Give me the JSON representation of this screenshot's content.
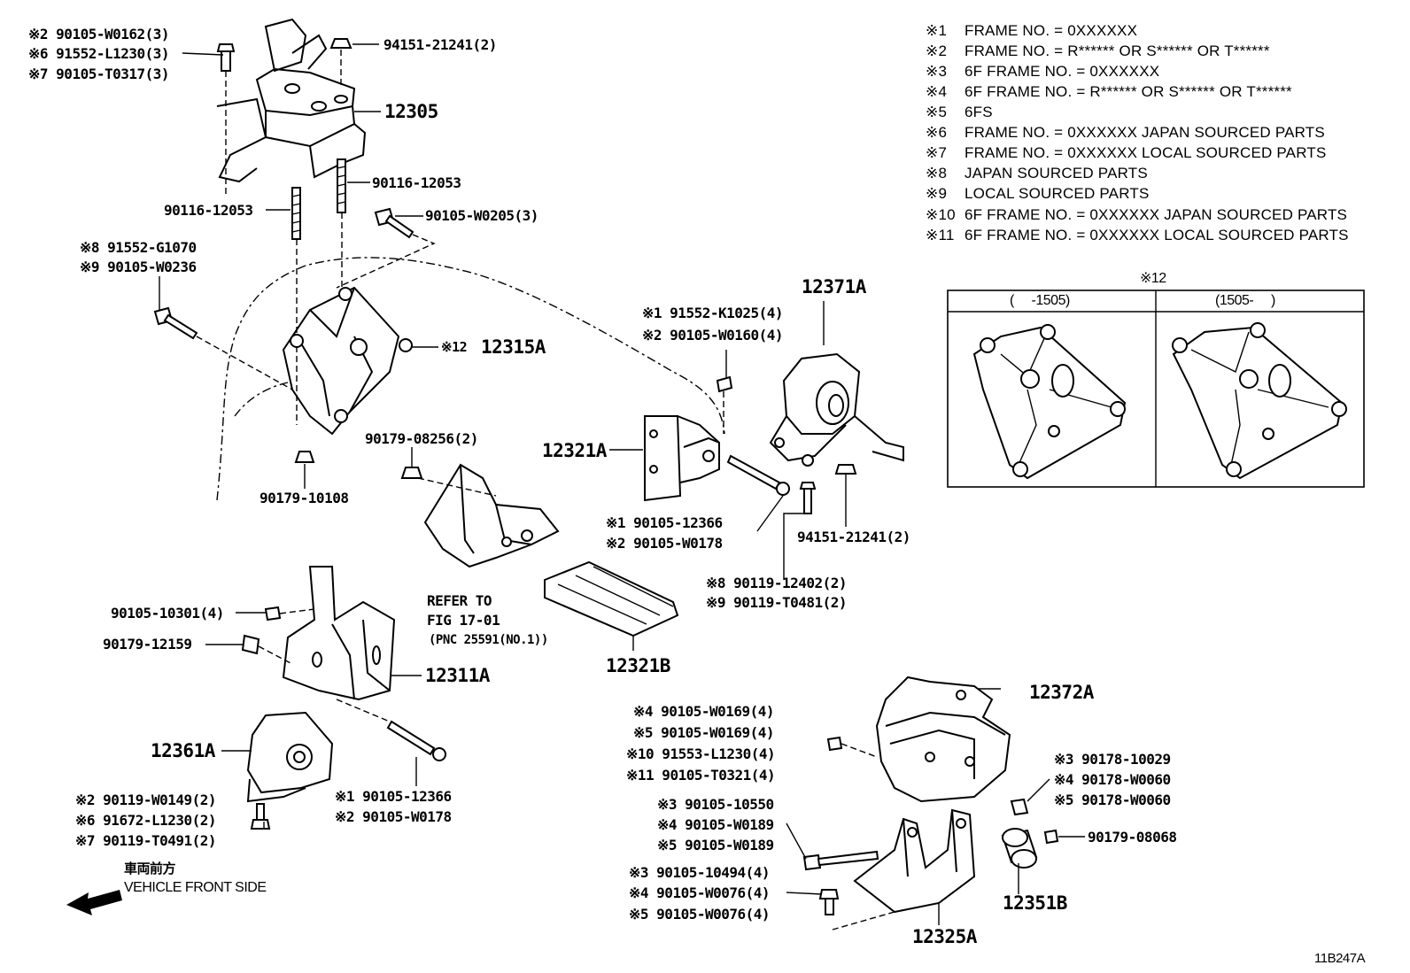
{
  "diagram_id": "11B247A",
  "legend": [
    {
      "key": "※1",
      "text": "FRAME NO. = 0XXXXXX"
    },
    {
      "key": "※2",
      "text": "FRAME NO. = R****** OR S****** OR T******"
    },
    {
      "key": "※3",
      "text": "6F  FRAME NO. = 0XXXXXX"
    },
    {
      "key": "※4",
      "text": "6F  FRAME NO. = R****** OR S****** OR T******"
    },
    {
      "key": "※5",
      "text": "6FS"
    },
    {
      "key": "※6",
      "text": "FRAME NO. = 0XXXXXX JAPAN SOURCED PARTS"
    },
    {
      "key": "※7",
      "text": "FRAME NO. = 0XXXXXX LOCAL SOURCED PARTS"
    },
    {
      "key": "※8",
      "text": "JAPAN SOURCED PARTS"
    },
    {
      "key": "※9",
      "text": "LOCAL SOURCED PARTS"
    },
    {
      "key": "※10",
      "text": "6F FRAME NO. = 0XXXXXX JAPAN SOURCED PARTS"
    },
    {
      "key": "※11",
      "text": "6F FRAME NO. = 0XXXXXX LOCAL SOURCED PARTS"
    }
  ],
  "variant_table": {
    "title": "※12",
    "col_left": "(     -1505)",
    "col_right": "(1505-     )"
  },
  "front_note": {
    "ja": "車両前方",
    "en": "VEHICLE FRONT SIDE"
  },
  "refer": {
    "line1": "REFER TO",
    "line2": "FIG 17-01",
    "line3": "(PNC 25591(NO.1))"
  },
  "parts": {
    "p12305": "12305",
    "p12315A": "12315A",
    "p12315A_key": "※12",
    "p12371A": "12371A",
    "p12321A": "12321A",
    "p12321B": "12321B",
    "p12311A": "12311A",
    "p12361A": "12361A",
    "p12372A": "12372A",
    "p12351B": "12351B",
    "p12325A": "12325A",
    "b_top1": "※2 90105-W0162(3)",
    "b_top2": "※6 91552-L1230(3)",
    "b_top3": "※7 90105-T0317(3)",
    "nut_top": "94151-21241(2)",
    "stud_r": "90116-12053",
    "stud_l": "90116-12053",
    "bolt_w0205": "90105-W0205(3)",
    "b_g1070": "※8 91552-G1070",
    "b_w0236": "※9 90105-W0236",
    "nut_10108": "90179-10108",
    "nut_08256": "90179-08256(2)",
    "b_k1025": "※1 91552-K1025(4)",
    "b_w0160": "※2 90105-W0160(4)",
    "b_12366a": "※1 90105-12366",
    "b_w0178a": "※2 90105-W0178",
    "nut_21241b": "94151-21241(2)",
    "b_12402": "※8 90119-12402(2)",
    "b_t0481": "※9 90119-T0481(2)",
    "b_10301": "90105-10301(4)",
    "nut_12159": "90179-12159",
    "b_12366b": "※1 90105-12366",
    "b_w0178b": "※2 90105-W0178",
    "b_w0149": "※2 90119-W0149(2)",
    "b_l1230b": "※6 91672-L1230(2)",
    "b_t0491": "※7 90119-T0491(2)",
    "b_w0169a": "※4 90105-W0169(4)",
    "b_w0169b": "※5 90105-W0169(4)",
    "b_l1230c": "※10 91553-L1230(4)",
    "b_t0321": "※11 90105-T0321(4)",
    "b_10550": "※3 90105-10550",
    "b_w0189a": "※4 90105-W0189",
    "b_w0189b": "※5 90105-W0189",
    "b_10494": "※3 90105-10494(4)",
    "b_w0076a": "※4 90105-W0076(4)",
    "b_w0076b": "※5 90105-W0076(4)",
    "n_10029": "※3 90178-10029",
    "n_w0060a": "※4 90178-W0060",
    "n_w0060b": "※5 90178-W0060",
    "n_08068": "90179-08068"
  }
}
